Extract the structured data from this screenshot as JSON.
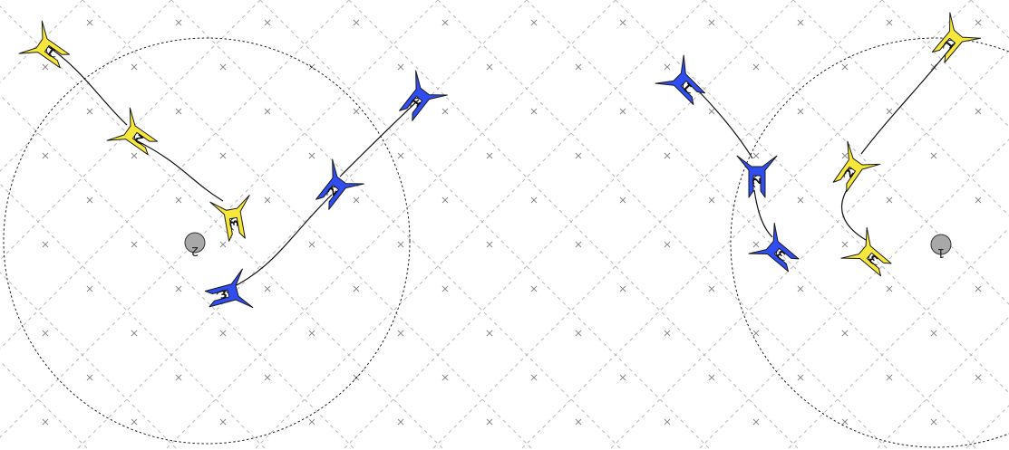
{
  "colors": {
    "yellow_team": "#f6e83a",
    "blue_team": "#2f4df0",
    "grid": "#b9b9b9",
    "marker": "#a8a8a8"
  },
  "scenarios": [
    {
      "marker_label": "2",
      "ships": [
        {
          "team": "yellow",
          "label": "1"
        },
        {
          "team": "yellow",
          "label": "2"
        },
        {
          "team": "yellow",
          "label": "3"
        },
        {
          "team": "blue",
          "label": "1"
        },
        {
          "team": "blue",
          "label": "2"
        },
        {
          "team": "blue",
          "label": "3"
        }
      ]
    },
    {
      "marker_label": "1",
      "ships": [
        {
          "team": "yellow",
          "label": "1"
        },
        {
          "team": "yellow",
          "label": "2"
        },
        {
          "team": "yellow",
          "label": "3"
        },
        {
          "team": "blue",
          "label": "1"
        },
        {
          "team": "blue",
          "label": "2"
        },
        {
          "team": "blue",
          "label": "3"
        }
      ]
    }
  ]
}
